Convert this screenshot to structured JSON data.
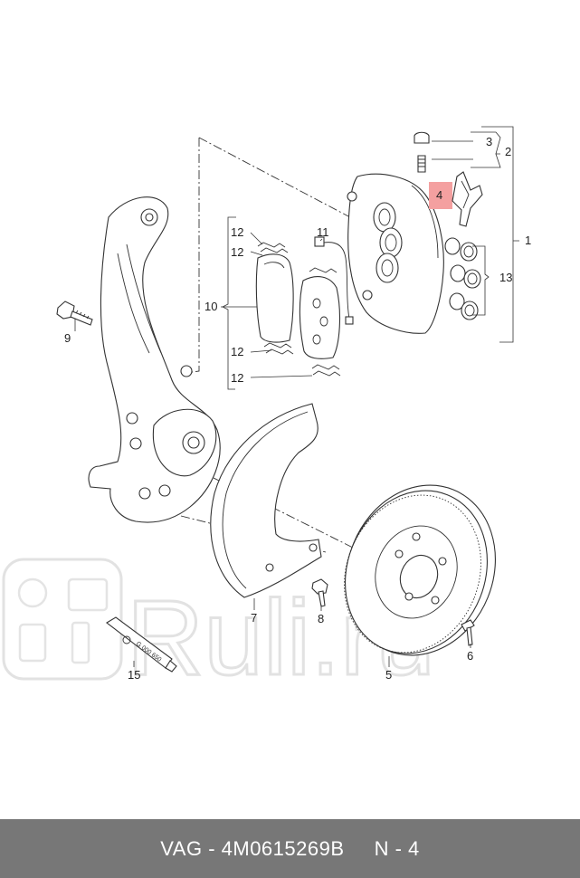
{
  "diagram": {
    "callouts": {
      "c1": "1",
      "c2": "2",
      "c3": "3",
      "c4": "4",
      "c5": "5",
      "c6": "6",
      "c7": "7",
      "c8": "8",
      "c9": "9",
      "c10": "10",
      "c11": "11",
      "c12a": "12",
      "c12b": "12",
      "c12c": "12",
      "c12d": "12",
      "c13": "13",
      "c15": "15"
    },
    "highlight_color": "#f4a0a0",
    "tube_marking": "G 000 650"
  },
  "watermark": {
    "text": "Ruli.ru"
  },
  "footer": {
    "text": "VAG - 4M0615269B     N - 4",
    "background": "#777777"
  }
}
